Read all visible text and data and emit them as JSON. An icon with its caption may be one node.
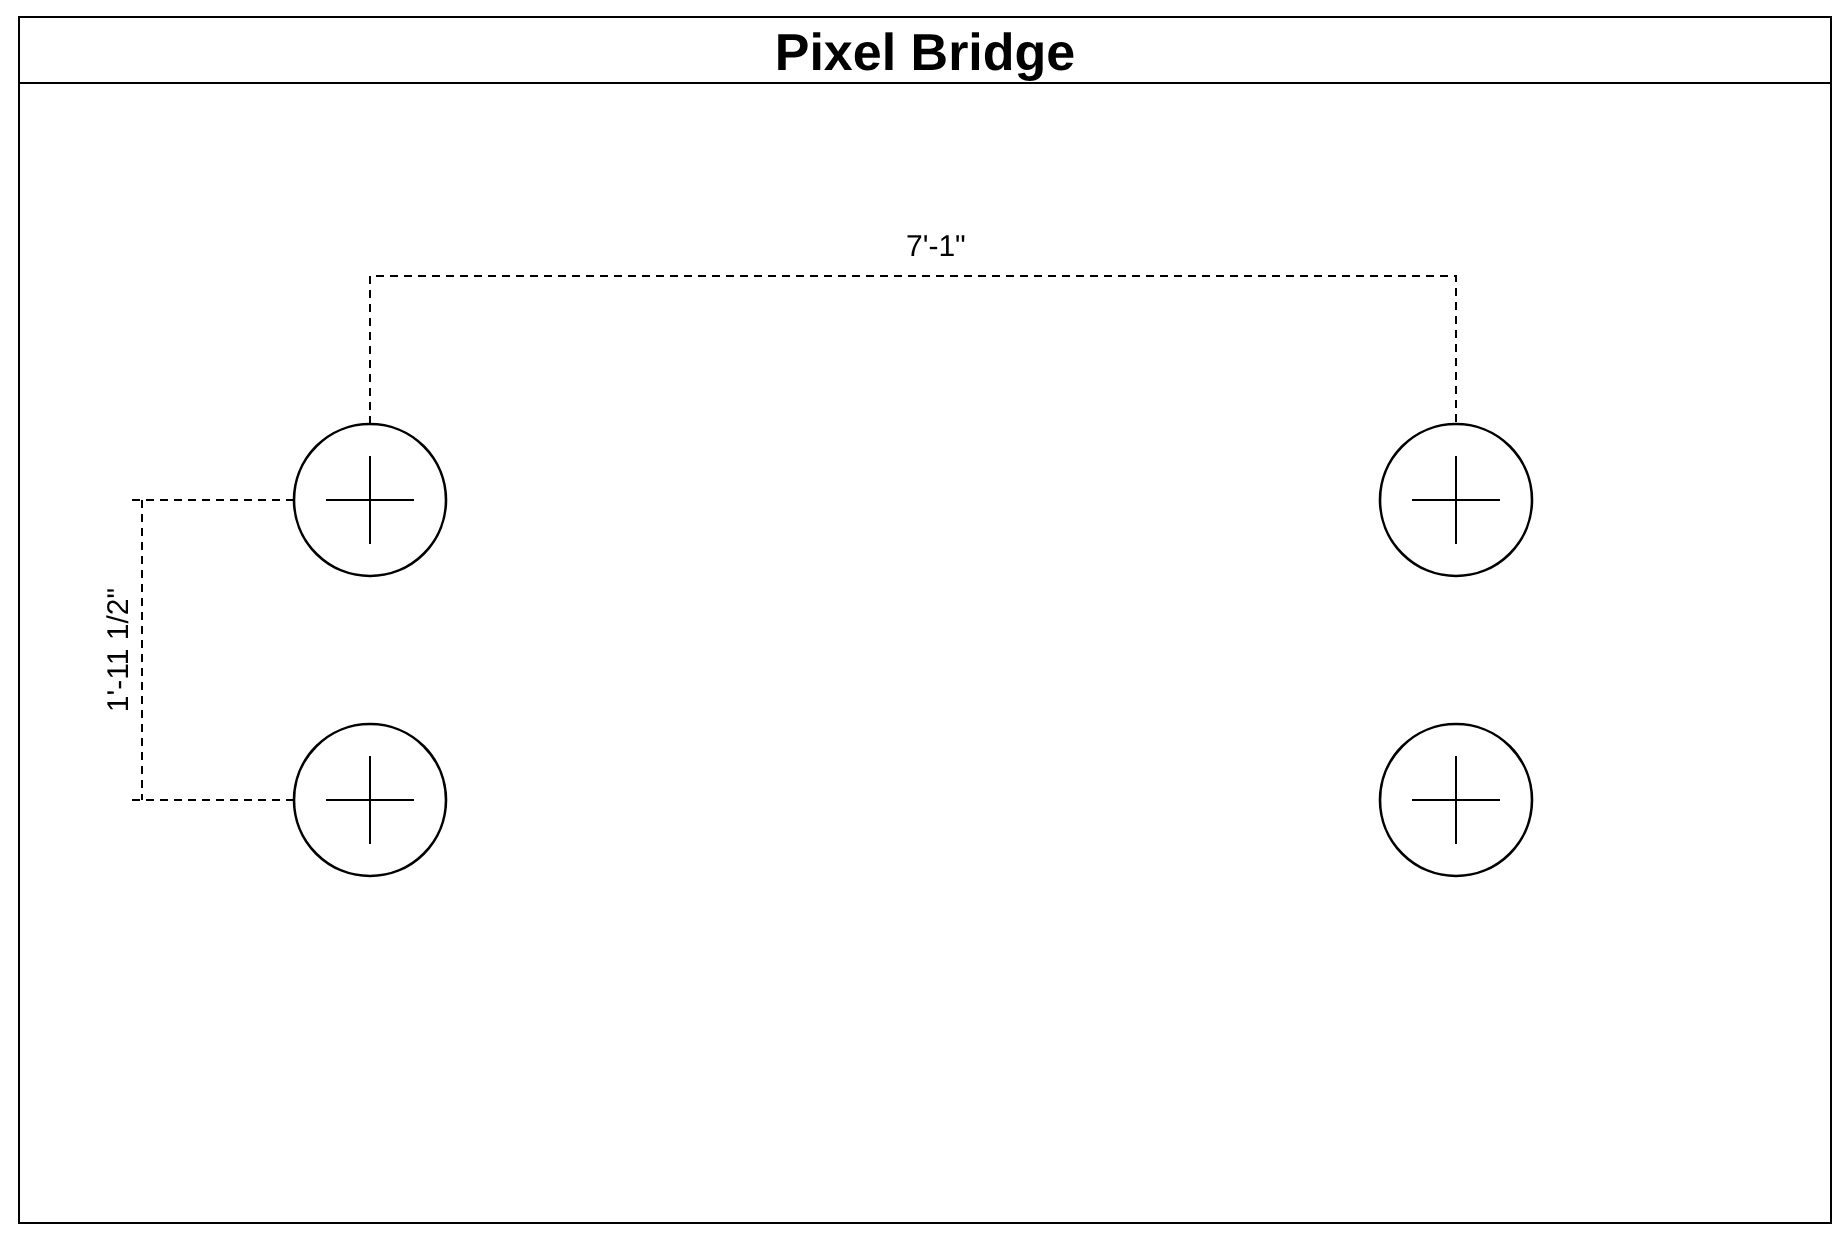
{
  "diagram": {
    "title": "Pixel Bridge",
    "labels": [
      "7'-1\"",
      "1'-11 1/2\""
    ]
  }
}
